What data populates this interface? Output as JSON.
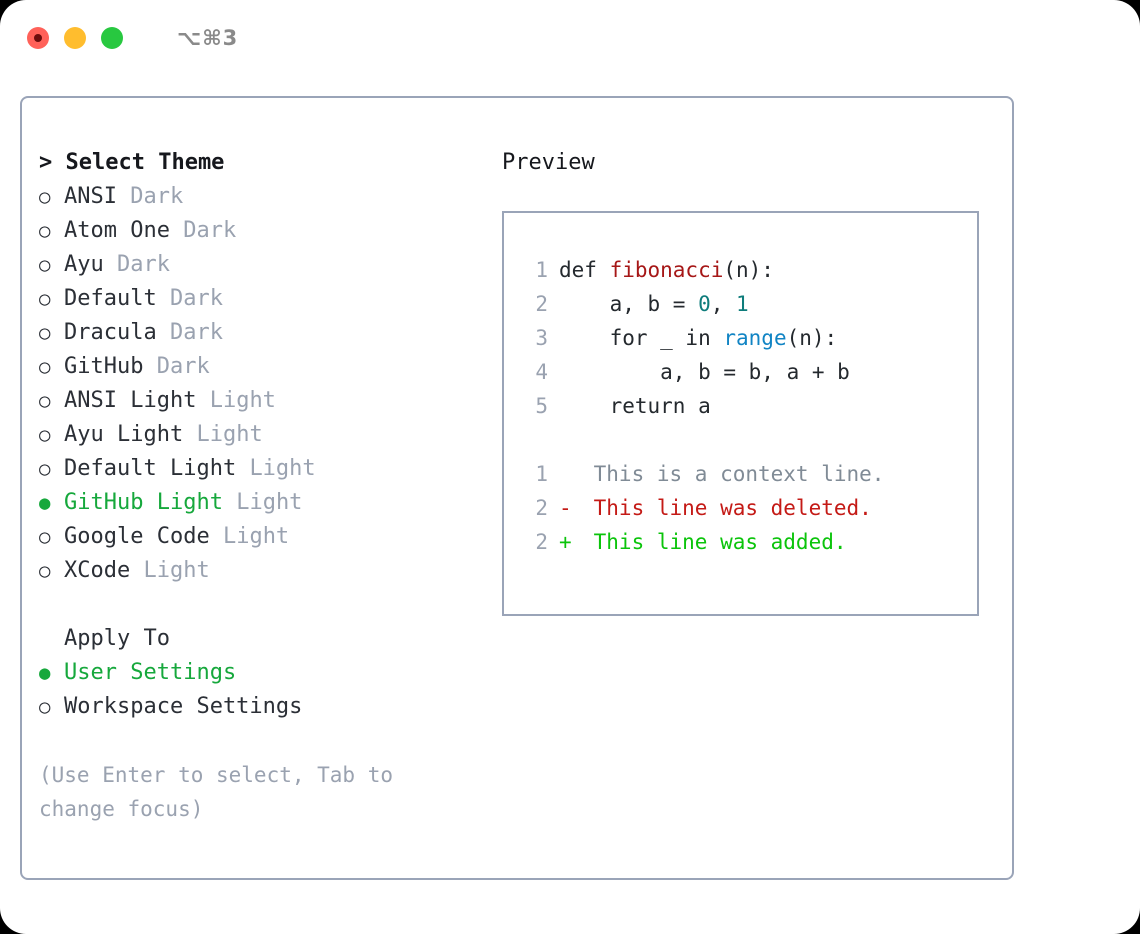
{
  "window": {
    "shortcut": "⌥⌘3",
    "traffic_lights": [
      {
        "name": "close",
        "color": "#ff6159"
      },
      {
        "name": "minimize",
        "color": "#ffbd2e"
      },
      {
        "name": "zoom",
        "color": "#28c840"
      }
    ]
  },
  "theme_picker": {
    "header": "> Select Theme",
    "marker_selected": "●",
    "marker_unselected": "○",
    "accent_color": "#16a83c",
    "muted_color": "#9aa2b0",
    "options": [
      {
        "label": "ANSI",
        "suffix": "Dark",
        "selected": false
      },
      {
        "label": "Atom One",
        "suffix": "Dark",
        "selected": false
      },
      {
        "label": "Ayu",
        "suffix": "Dark",
        "selected": false
      },
      {
        "label": "Default",
        "suffix": "Dark",
        "selected": false
      },
      {
        "label": "Dracula",
        "suffix": "Dark",
        "selected": false
      },
      {
        "label": "GitHub",
        "suffix": "Dark",
        "selected": false
      },
      {
        "label": "ANSI Light",
        "suffix": "Light",
        "selected": false
      },
      {
        "label": "Ayu Light",
        "suffix": "Light",
        "selected": false
      },
      {
        "label": "Default Light",
        "suffix": "Light",
        "selected": false
      },
      {
        "label": "GitHub Light",
        "suffix": "Light",
        "selected": true
      },
      {
        "label": "Google Code",
        "suffix": "Light",
        "selected": false
      },
      {
        "label": "XCode",
        "suffix": "Light",
        "selected": false
      }
    ]
  },
  "apply_to": {
    "header": "Apply To",
    "options": [
      {
        "label": "User Settings",
        "selected": true
      },
      {
        "label": "Workspace Settings",
        "selected": false
      }
    ]
  },
  "hint": "(Use Enter to select, Tab to change focus)",
  "preview": {
    "title": "Preview",
    "code_lines": [
      {
        "num": "1",
        "tokens": [
          {
            "text": "def ",
            "type": "plain"
          },
          {
            "text": "fibonacci",
            "type": "fn"
          },
          {
            "text": "(n):",
            "type": "plain"
          }
        ]
      },
      {
        "num": "2",
        "tokens": [
          {
            "text": "    a, b = ",
            "type": "plain"
          },
          {
            "text": "0",
            "type": "num"
          },
          {
            "text": ", ",
            "type": "plain"
          },
          {
            "text": "1",
            "type": "num"
          }
        ]
      },
      {
        "num": "3",
        "tokens": [
          {
            "text": "    for _ in ",
            "type": "plain"
          },
          {
            "text": "range",
            "type": "call"
          },
          {
            "text": "(n):",
            "type": "plain"
          }
        ]
      },
      {
        "num": "4",
        "tokens": [
          {
            "text": "        a, b = b, a + b",
            "type": "plain"
          }
        ]
      },
      {
        "num": "5",
        "tokens": [
          {
            "text": "    return a",
            "type": "plain"
          }
        ]
      }
    ],
    "diff_lines": [
      {
        "num": "1",
        "sign": " ",
        "text": " This is a context line.",
        "kind": "ctx"
      },
      {
        "num": "2",
        "sign": "-",
        "text": " This line was deleted.",
        "kind": "del"
      },
      {
        "num": "2",
        "sign": "+",
        "text": " This line was added.",
        "kind": "add"
      }
    ],
    "colors": {
      "function": "#a61717",
      "number": "#0e7c7b",
      "call": "#1184c4",
      "deleted": "#c41a16",
      "added": "#0bc40b",
      "context": "#808b96"
    }
  }
}
